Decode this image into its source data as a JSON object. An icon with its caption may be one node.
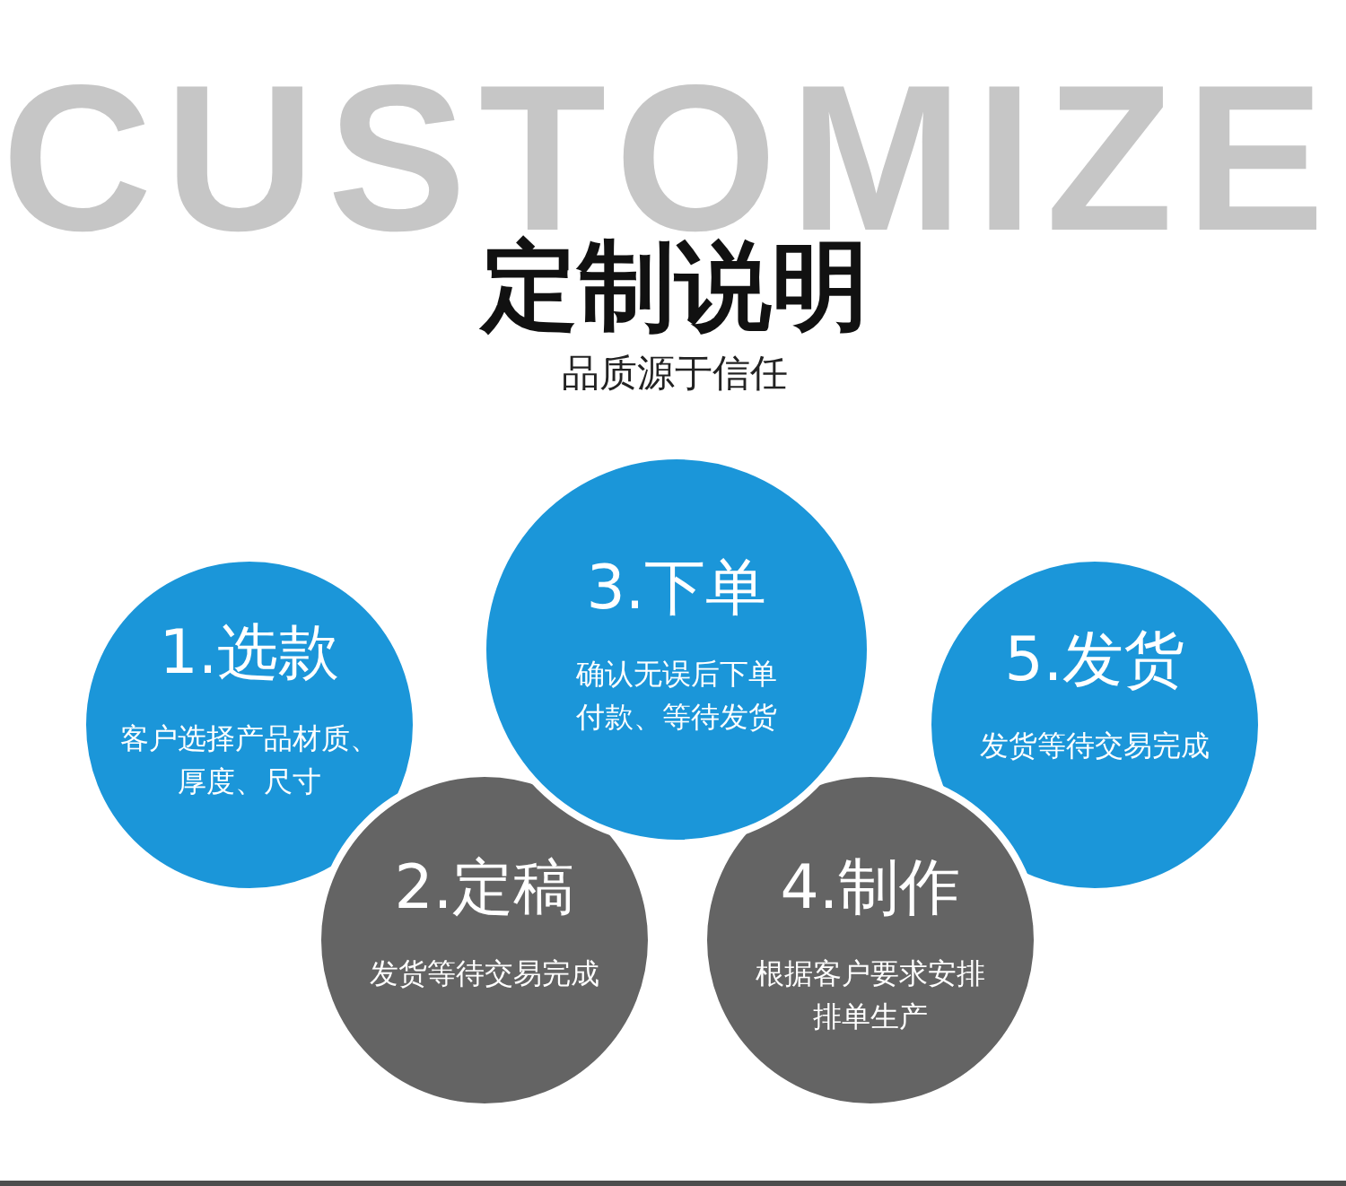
{
  "diagram": {
    "title": "定制说明",
    "nodes": [
      {
        "text": [
          "1.选款",
          "客户选择产品材质、厚度、尺寸"
        ]
      },
      {
        "text": [
          "2.定稿",
          "发货等待交易完成"
        ]
      },
      {
        "text": [
          "3.下单",
          "确认无误后下单付款、等待发货"
        ]
      },
      {
        "text": [
          "4.制作",
          "根据客户要求安排排单生产"
        ]
      },
      {
        "text": [
          "5.发货",
          "发货等待交易完成"
        ]
      }
    ],
    "labels": [
      "CUSTOMIZE",
      "品质源于信任"
    ]
  }
}
